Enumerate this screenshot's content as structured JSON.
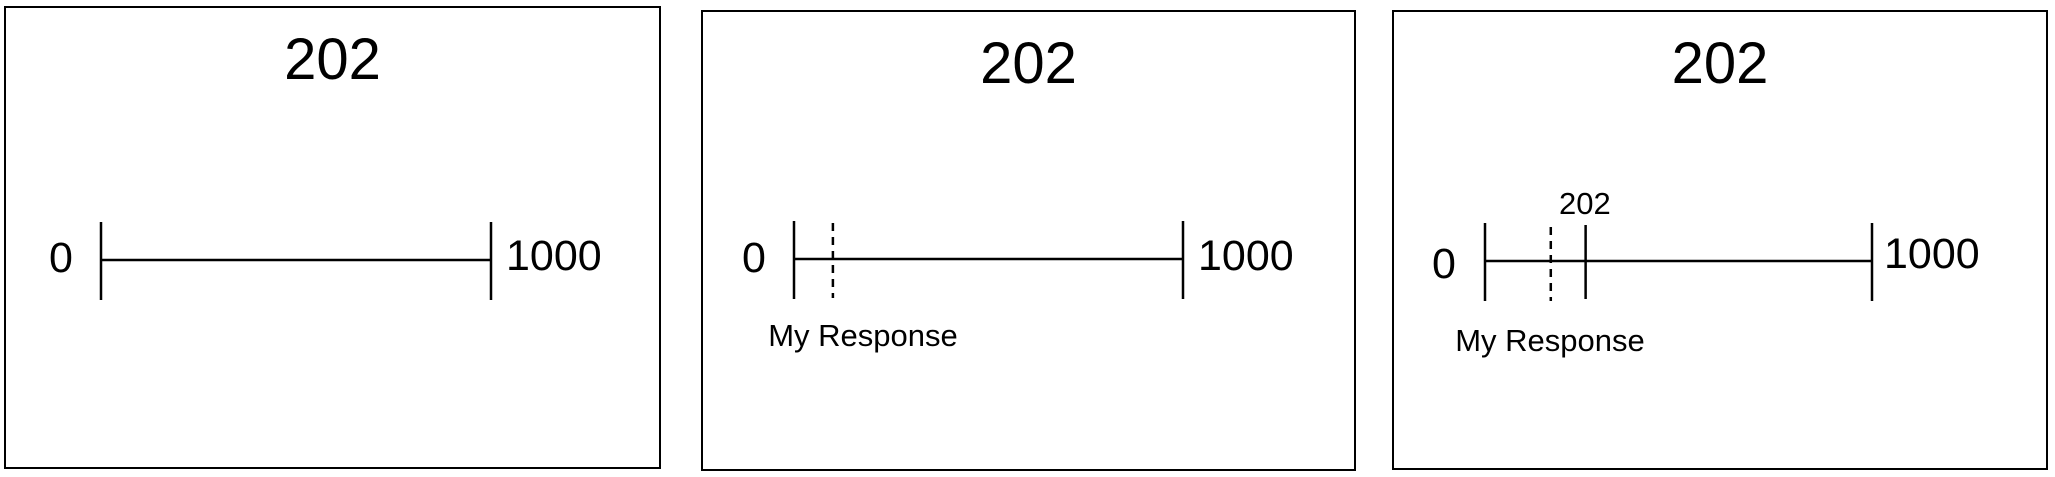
{
  "panels": [
    {
      "title": "202",
      "scale_min": "0",
      "scale_max": "1000"
    },
    {
      "title": "202",
      "scale_min": "0",
      "scale_max": "1000",
      "response_label": "My Response",
      "response_value": 100
    },
    {
      "title": "202",
      "scale_min": "0",
      "scale_max": "1000",
      "response_label": "My Response",
      "response_value": 170,
      "answer_label": "202",
      "answer_value": 260
    }
  ]
}
